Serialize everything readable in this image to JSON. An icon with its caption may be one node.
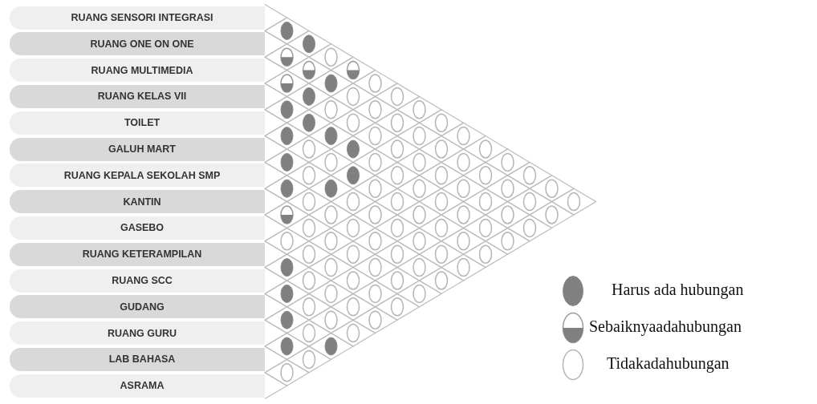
{
  "diagram": {
    "nodes": [
      {
        "text": [
          "RUANG SENSORI INTEGRASI"
        ]
      },
      {
        "text": [
          "RUANG ONE ON ONE"
        ]
      },
      {
        "text": [
          "RUANG MULTIMEDIA"
        ]
      },
      {
        "text": [
          "RUANG KELAS VII"
        ]
      },
      {
        "text": [
          "TOILET"
        ]
      },
      {
        "text": [
          "GALUH MART"
        ]
      },
      {
        "text": [
          "RUANG KEPALA SEKOLAH SMP"
        ]
      },
      {
        "text": [
          "KANTIN"
        ]
      },
      {
        "text": [
          "GASEBO"
        ]
      },
      {
        "text": [
          "RUANG KETERAMPILAN"
        ]
      },
      {
        "text": [
          "RUANG SCC"
        ]
      },
      {
        "text": [
          "GUDANG"
        ]
      },
      {
        "text": [
          "RUANG GURU"
        ]
      },
      {
        "text": [
          "LAB BAHASA"
        ]
      },
      {
        "text": [
          "ASRAMA"
        ]
      }
    ],
    "legend": [
      {
        "text": "Harus ada hubungan"
      },
      {
        "text": "Sebaiknyaadahubungan"
      },
      {
        "text": "Tidakadahubungan"
      }
    ]
  }
}
